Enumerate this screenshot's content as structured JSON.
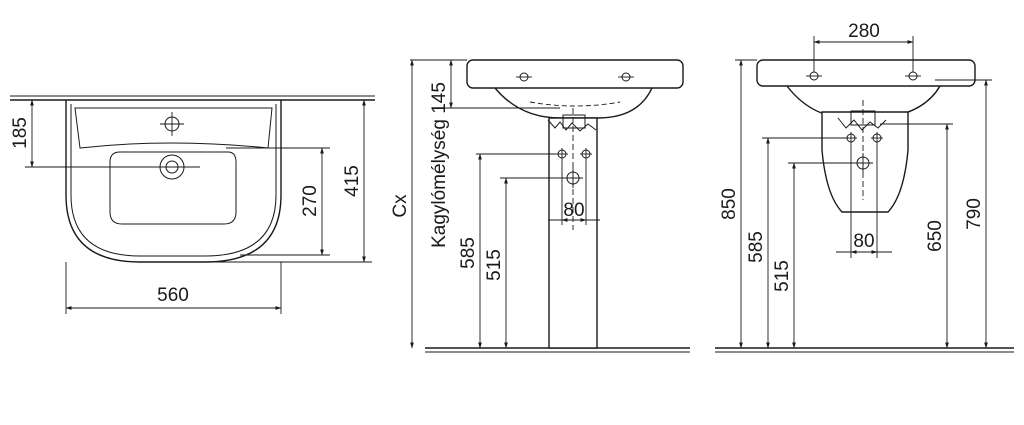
{
  "views": {
    "top": {
      "dim_depth": "185",
      "dim_inner": "270",
      "dim_outer": "415",
      "dim_width": "560"
    },
    "front": {
      "label_cx": "Cx",
      "label_bowl": "Kagylómélység 145",
      "dim_585": "585",
      "dim_515": "515",
      "dim_80": "80"
    },
    "side": {
      "dim_280": "280",
      "dim_850": "850",
      "dim_585": "585",
      "dim_515": "515",
      "dim_80": "80",
      "dim_650": "650",
      "dim_790": "790"
    }
  }
}
